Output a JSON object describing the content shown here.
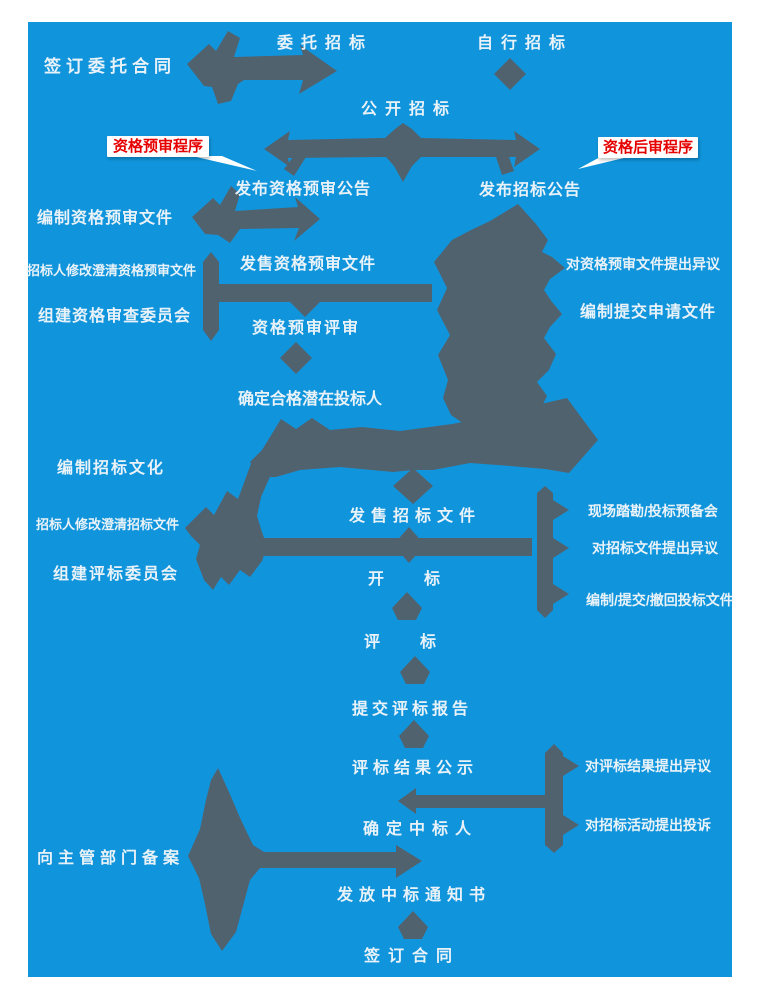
{
  "colors": {
    "panel": "#1095dc",
    "arrow": "#51626f",
    "label": "#e9f2f8",
    "callout_text": "#e60000",
    "callout_bg": "#ffffff"
  },
  "callouts": {
    "prequalification": {
      "label": "资格预审程序"
    },
    "postqualification": {
      "label": "资格后审程序"
    }
  },
  "nodes": {
    "entrust_contract": {
      "label": "签订委托合同"
    },
    "delegate_bidding": {
      "label": "委托招标"
    },
    "self_bidding": {
      "label": "自行招标"
    },
    "open_bidding": {
      "label": "公开招标"
    },
    "publish_prequal_announcement": {
      "label": "发布资格预审公告"
    },
    "publish_bidding_announcement": {
      "label": "发布招标公告"
    },
    "prepare_prequal_documents": {
      "label": "编制资格预审文件"
    },
    "modify_clarify_prequal_documents": {
      "label": "招标人修改澄清资格预审文件"
    },
    "sell_prequal_documents": {
      "label": "发售资格预审文件"
    },
    "objection_prequal_documents": {
      "label": "对资格预审文件提出异议"
    },
    "form_qualification_review_committee": {
      "label": "组建资格审查委员会"
    },
    "prequal_evaluation": {
      "label": "资格预审评审"
    },
    "prepare_submit_application_documents": {
      "label": "编制提交申请文件"
    },
    "determine_qualified_bidders": {
      "label": "确定合格潜在投标人"
    },
    "prepare_bidding_documents": {
      "label": "编制招标文化"
    },
    "modify_clarify_bidding_documents": {
      "label": "招标人修改澄清招标文件"
    },
    "sell_bidding_documents": {
      "label": "发售招标文件"
    },
    "site_survey_pre_bid_meeting": {
      "label": "现场踏勘/投标预备会"
    },
    "form_bid_evaluation_committee": {
      "label": "组建评标委员会"
    },
    "bid_opening": {
      "label": "开标"
    },
    "objection_bidding_documents": {
      "label": "对招标文件提出异议"
    },
    "prepare_submit_withdraw_bid_documents": {
      "label": "编制/提交/撤回投标文件"
    },
    "bid_evaluation": {
      "label": "评标"
    },
    "submit_evaluation_report": {
      "label": "提交评标报告"
    },
    "evaluation_result_publicity": {
      "label": "评标结果公示"
    },
    "objection_evaluation_result": {
      "label": "对评标结果提出异议"
    },
    "determine_winner": {
      "label": "确定中标人"
    },
    "complaint_bidding_activity": {
      "label": "对招标活动提出投诉"
    },
    "file_with_authority": {
      "label": "向主管部门备案"
    },
    "issue_award_notice": {
      "label": "发放中标通知书"
    },
    "sign_contract": {
      "label": "签订合同"
    }
  }
}
